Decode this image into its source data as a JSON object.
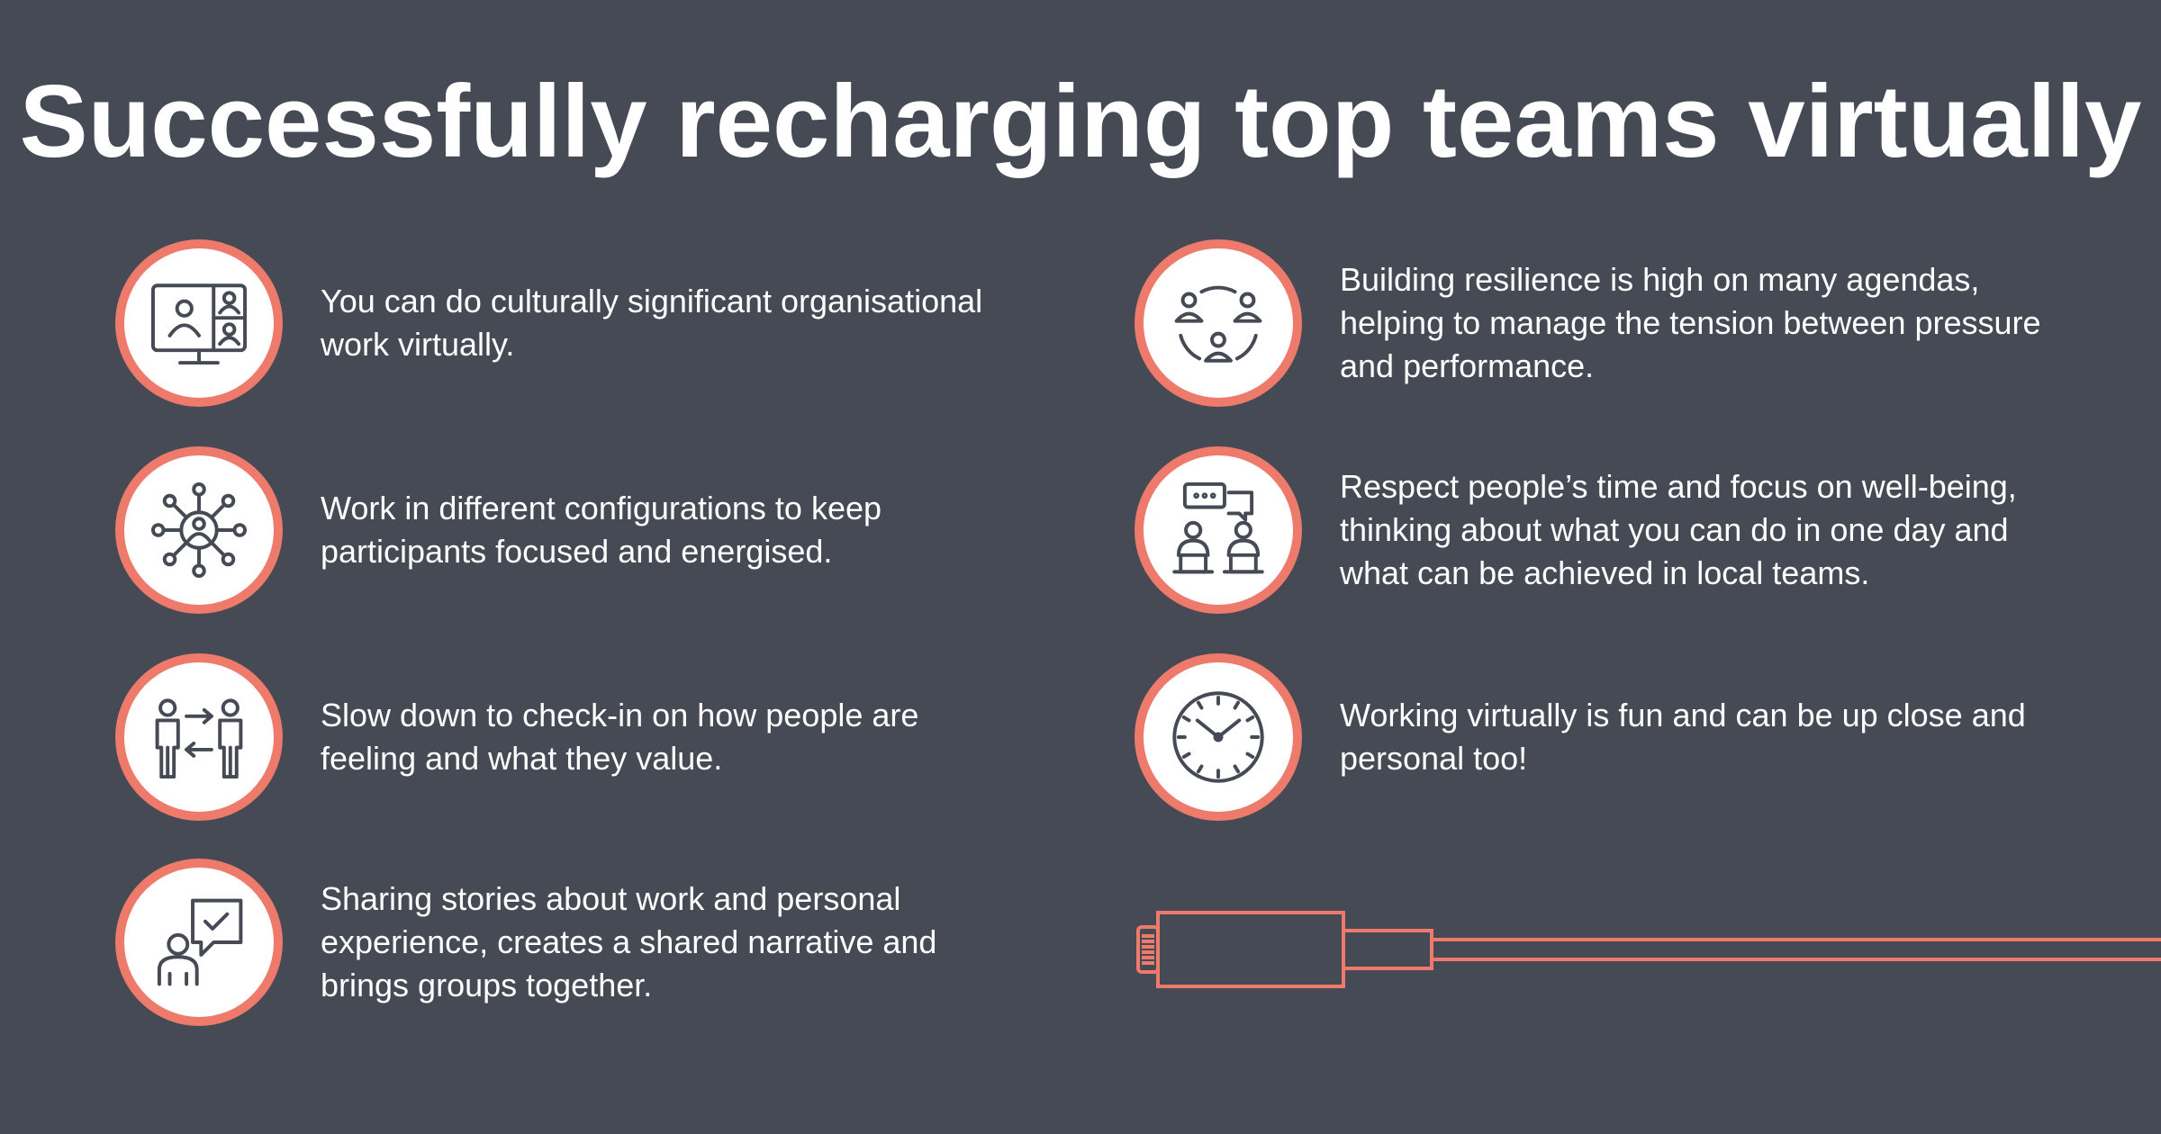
{
  "title": "Successfully recharging top teams virtually",
  "colors": {
    "background": "#454a55",
    "accent": "#ee7a6b",
    "text": "#ffffff",
    "icon_stroke": "#454a55"
  },
  "left_items": [
    {
      "icon": "video-conference-icon",
      "text": "You can do culturally significant organisational work virtually."
    },
    {
      "icon": "network-person-icon",
      "text": "Work in different configurations to keep participants focused and energised."
    },
    {
      "icon": "people-exchange-icon",
      "text": "Slow down to check-in on how people are feeling and what they value."
    },
    {
      "icon": "person-speech-check-icon",
      "text": "Sharing stories about work and personal experience, creates a shared narrative and brings groups together."
    }
  ],
  "right_items": [
    {
      "icon": "team-circle-icon",
      "text": "Building resilience is high on many agendas, helping to manage the tension between pressure and performance."
    },
    {
      "icon": "people-chat-laptops-icon",
      "text": "Respect people’s time and focus on well-being, thinking about what you can do in one day and what can be achieved in local teams."
    },
    {
      "icon": "clock-icon",
      "text": "Working virtually is fun and can be up close and personal too!"
    }
  ],
  "decor": {
    "icon": "charging-cable-icon"
  }
}
